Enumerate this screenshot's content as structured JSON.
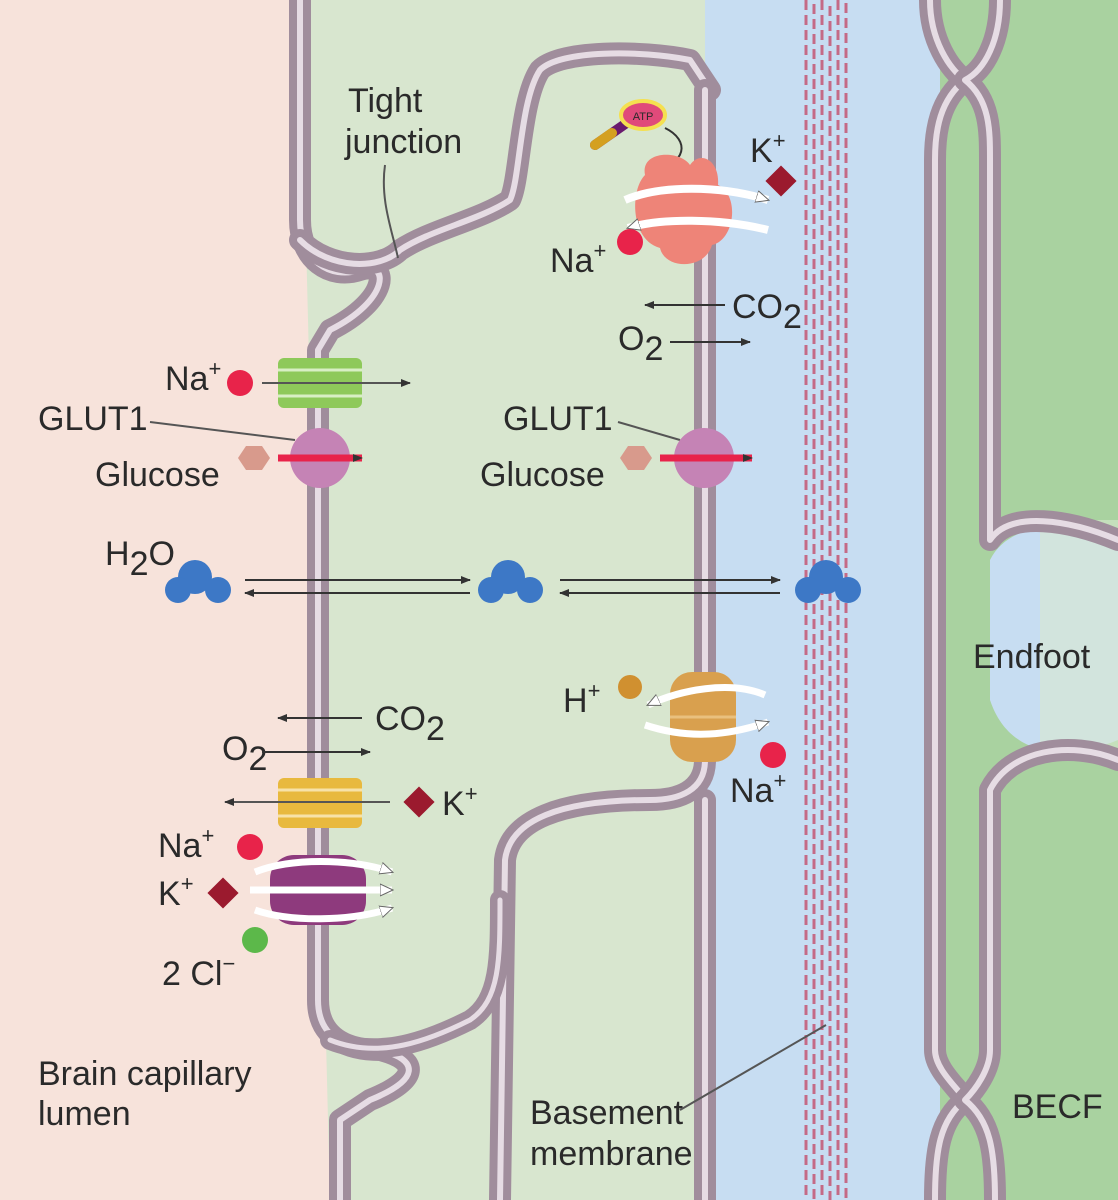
{
  "labels": {
    "tight_junction_1": "Tight",
    "tight_junction_2": "junction",
    "k_top": "K",
    "na_top": "Na",
    "co2_top": "CO",
    "o2_top": "O",
    "na_left": "Na",
    "glut1_left": "GLUT1",
    "glucose_left": "Glucose",
    "glut1_right": "GLUT1",
    "glucose_right": "Glucose",
    "h2o": "H",
    "h2o_sub": "2",
    "h2o_tail": "O",
    "endfoot": "Endfoot",
    "h_plus": "H",
    "na_right": "Na",
    "co2_bottom": "CO",
    "o2_bottom": "O",
    "k_bottom": "K",
    "na_cotrans": "Na",
    "k_cotrans": "K",
    "cl": "2 Cl",
    "lumen_1": "Brain capillary",
    "lumen_2": "lumen",
    "basement_1": "Basement",
    "basement_2": "membrane",
    "becf": "BECF",
    "atp": "ATP",
    "plus": "+",
    "minus": "−",
    "sub2": "2"
  },
  "colors": {
    "lumen": "#f7e3db",
    "cell": "#d8e6cf",
    "ecf": "#c7ddf2",
    "membrane": "#a08d9c",
    "membrane_inner": "#e6dce4",
    "basement": "#c46a86",
    "endfoot": "#9cc994",
    "na_ion": "#e8234a",
    "k_ion": "#9b1a2e",
    "cl_ion": "#5cb84a",
    "h_ion": "#d09030",
    "glucose": "#d89a8c",
    "glut": "#c583b5",
    "water": "#3d78c6",
    "na_k_pump": "#ee8478",
    "nhe": "#d9a04e",
    "nkcc": "#8e3a7d",
    "na_channel": "#8ec95a",
    "k_channel": "#e8b93e",
    "arrow": "#333333"
  }
}
